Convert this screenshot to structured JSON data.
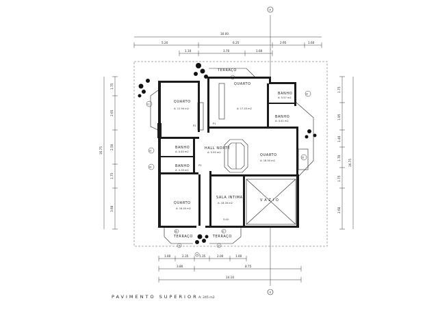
{
  "plan": {
    "title": "PAVIMENTO SUPERIOR",
    "area": "A: 245 m2",
    "rooms": [
      {
        "name": "QUARTO",
        "area": "A: 12.94 m2"
      },
      {
        "name": "QUARTO",
        "area": "A: 17.43 m2"
      },
      {
        "name": "BANHO",
        "area": "A: 5.57 m2"
      },
      {
        "name": "BANHO",
        "area": "A: 4.41 m2"
      },
      {
        "name": "HALL NORTE",
        "area": "A: 5.95 m2"
      },
      {
        "name": "QUARTO",
        "area": "A: 18.50 m2"
      },
      {
        "name": "BANHO",
        "area": "A: 4.40 m2"
      },
      {
        "name": "BANHO",
        "area": "A: 4.16 m2"
      },
      {
        "name": "QUARTO",
        "area": "A: 16.40 m2"
      },
      {
        "name": "SALA INTIMA",
        "area": "A: 18.26 m2"
      },
      {
        "name": "V A Z I O",
        "area": ""
      },
      {
        "name": "TERRAÇO",
        "area": ""
      },
      {
        "name": "TERRAÇO",
        "area": ""
      },
      {
        "name": "TERRAÇO",
        "area": ""
      }
    ],
    "section_marks": [
      "A",
      "A",
      "A",
      "A",
      "B",
      "B"
    ],
    "top_dims": {
      "overall": "16.00",
      "row1": [
        "5.20",
        "6.25",
        "2.95",
        "1.60"
      ],
      "row2": [
        "1.10",
        "3.70",
        "1.60"
      ]
    },
    "bottom_dims": {
      "row1": [
        "1.60",
        "2.35",
        "1.35",
        "2.00",
        "1.60"
      ],
      "row2": [
        "3.80",
        "8.75"
      ],
      "overall": "14.10"
    },
    "left_dims": {
      "overall": "16.75",
      "segments": [
        "1.75",
        "2.65",
        "2.50",
        "1.75",
        "3.60"
      ]
    },
    "right_dims": {
      "overall": "16.75",
      "segments": [
        "1.75",
        "1.95",
        "1.40",
        "1.70",
        "1.75",
        "2.60"
      ]
    },
    "inner_dims": [
      "3.40"
    ],
    "markers": [
      "J1",
      "J2",
      "J3",
      "J4",
      "J5",
      "J6",
      "J7",
      "P1",
      "P2",
      "P3"
    ]
  }
}
